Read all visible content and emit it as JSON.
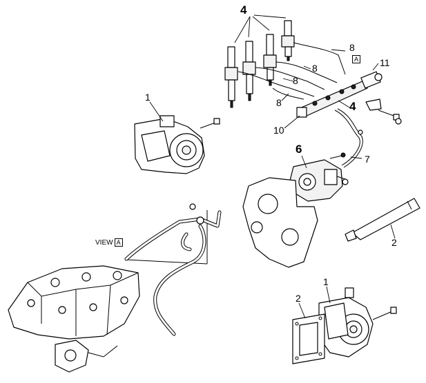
{
  "callouts": {
    "c4_top": "4",
    "c4_mid": "4",
    "c8_a": "8",
    "c8_b": "8",
    "c8_c": "8",
    "c8_d": "8",
    "c11": "11",
    "c1_top": "1",
    "c10": "10",
    "c6": "6",
    "c7": "7",
    "c2_tube": "2",
    "c1_bottom": "1",
    "c2_bottom": "2"
  },
  "view": {
    "label": "VIEW",
    "letter": "A"
  },
  "flag": {
    "letter": "A"
  }
}
